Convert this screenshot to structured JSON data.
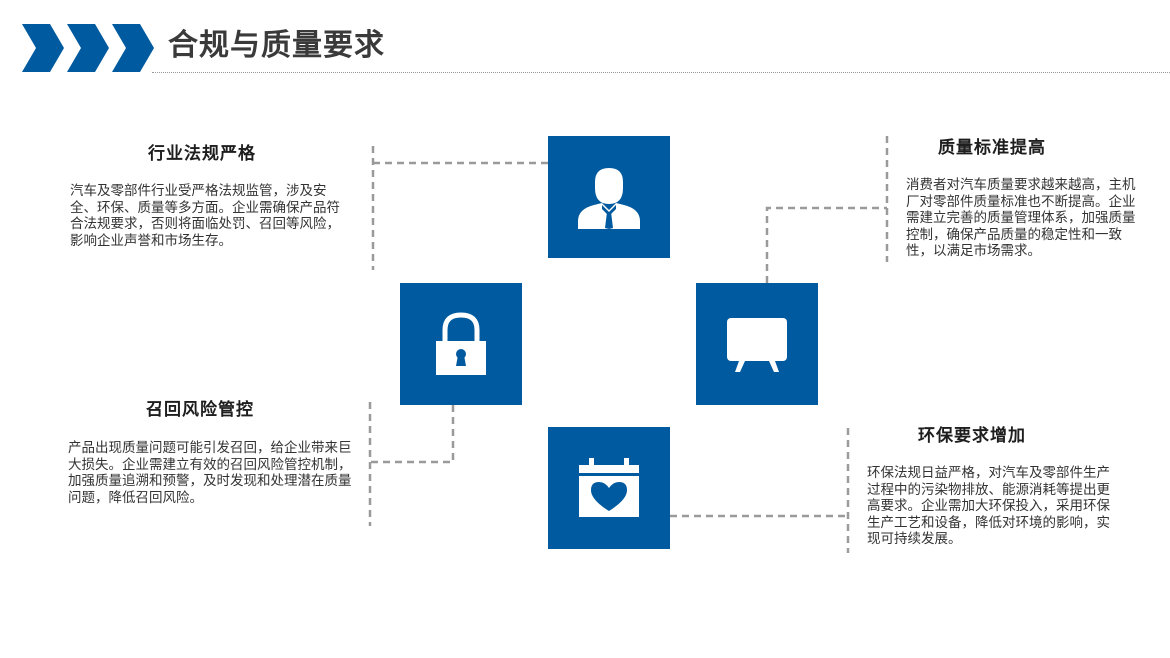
{
  "header": {
    "title": "合规与质量要求",
    "accent_color": "#005aa0"
  },
  "items": [
    {
      "heading": "行业法规严格",
      "text": "汽车及零部件行业受严格法规监管，涉及安全、环保、质量等多方面。企业需确保产品符合法规要求，否则将面临处罚、召回等风险，影响企业声誉和市场生存。",
      "icon": "businessman-icon"
    },
    {
      "heading": "质量标准提高",
      "text": "消费者对汽车质量要求越来越高，主机厂对零部件质量标准也不断提高。企业需建立完善的质量管理体系，加强质量控制，确保产品质量的稳定性和一致性，以满足市场需求。",
      "icon": "whiteboard-icon"
    },
    {
      "heading": "召回风险管控",
      "text": "产品出现质量问题可能引发召回，给企业带来巨大损失。企业需建立有效的召回风险管控机制，加强质量追溯和预警，及时发现和处理潜在质量问题，降低召回风险。",
      "icon": "padlock-icon"
    },
    {
      "heading": "环保要求增加",
      "text": "环保法规日益严格，对汽车及零部件生产过程中的污染物排放、能源消耗等提出更高要求。企业需加大环保投入，采用环保生产工艺和设备，降低对环境的影响，实现可持续发展。",
      "icon": "calendar-heart-icon"
    }
  ]
}
